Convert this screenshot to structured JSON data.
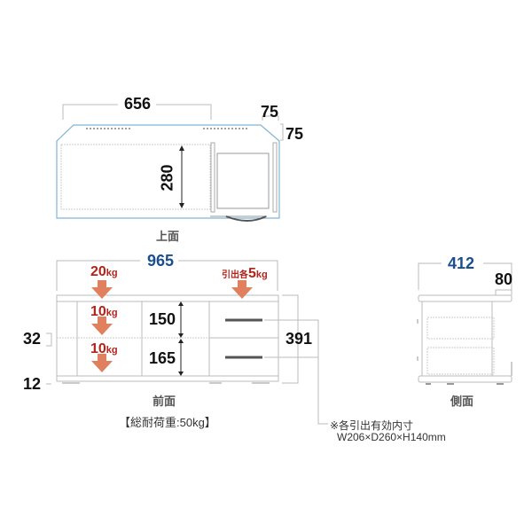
{
  "top_view": {
    "label": "上面",
    "width_dim": "656",
    "corner_dim_h": "75",
    "corner_dim_v": "75",
    "depth_dim": "280",
    "outline_color": "#7fb3d5"
  },
  "front_view": {
    "label": "前面",
    "total_width": "965",
    "top_load": {
      "value": "20",
      "unit": "kg"
    },
    "drawer_load": {
      "prefix": "引出各",
      "value": "5",
      "unit": "kg"
    },
    "shelf_loads": [
      {
        "value": "10",
        "unit": "kg"
      },
      {
        "value": "10",
        "unit": "kg"
      }
    ],
    "shelf_heights": [
      "150",
      "165"
    ],
    "height_dim": "391",
    "left_dims": [
      "32",
      "12"
    ],
    "total_load_note": "【総耐荷重:50kg】",
    "arrow_color": "#e0805e",
    "load_text_color": "#b3231a"
  },
  "side_view": {
    "label": "側面",
    "depth_dim": "412",
    "top_overhang_dim": "80"
  },
  "drawer_note": {
    "line1": "※各引出有効内寸",
    "line2": "W206×D260×H140mm"
  },
  "colors": {
    "dimension_blue": "#1a4f8f",
    "line_gray": "#bbbbbb"
  }
}
